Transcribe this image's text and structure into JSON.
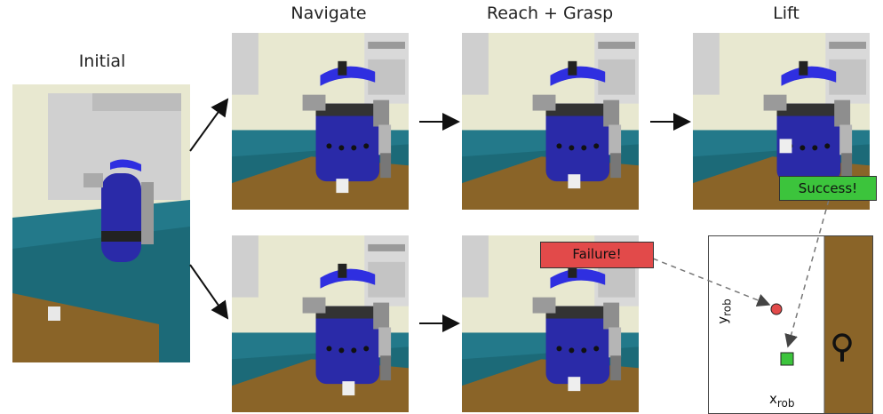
{
  "stages": {
    "initial": "Initial",
    "navigate": "Navigate",
    "reach_grasp": "Reach + Grasp",
    "lift": "Lift"
  },
  "outcomes": {
    "success": "Success!",
    "failure": "Failure!"
  },
  "map": {
    "x_axis": "x",
    "x_sub": "rob",
    "y_axis": "y",
    "y_sub": "rob"
  },
  "colors": {
    "success": "#3cc43c",
    "failure": "#e24a4a",
    "table": "#8a6428",
    "floor": "#1c6a78",
    "robot_body": "#2a2aa8"
  }
}
